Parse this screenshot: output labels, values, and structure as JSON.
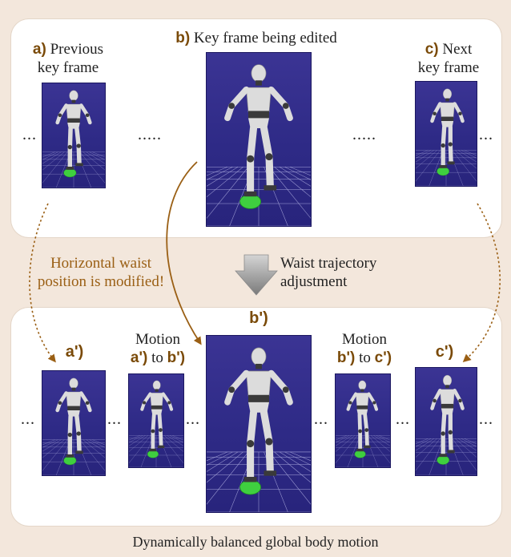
{
  "top_panel": {
    "a": {
      "tag": "a)",
      "text_line1": "Previous",
      "text_line2": "key frame"
    },
    "b": {
      "tag": "b)",
      "text": "Key frame being edited"
    },
    "c": {
      "tag": "c)",
      "text_line1": "Next",
      "text_line2": "key frame"
    },
    "ellipsis_short": "...",
    "ellipsis_long": "....."
  },
  "middle": {
    "note_line1": "Horizontal waist",
    "note_line2": "position is modified!",
    "process_line1": "Waist trajectory",
    "process_line2": "adjustment"
  },
  "bottom_panel": {
    "a_prime": "a')",
    "b_prime": "b')",
    "c_prime": "c')",
    "motion_ab": {
      "title": "Motion",
      "from": "a')",
      "to_word": "to",
      "to": "b')"
    },
    "motion_bc": {
      "title": "Motion",
      "from": "b')",
      "to_word": "to",
      "to": "c')"
    },
    "ellipsis": "..."
  },
  "caption": "Dynamically balanced global body motion",
  "colors": {
    "background": "#f3e7dc",
    "panel": "#ffffff",
    "frame_bg": "#2e2a86",
    "label_brown": "#7a4a08",
    "arrow_brown": "#9a5f14",
    "ground_ball": "#3fcf3f",
    "process_arrow": "#8c8c8c"
  }
}
